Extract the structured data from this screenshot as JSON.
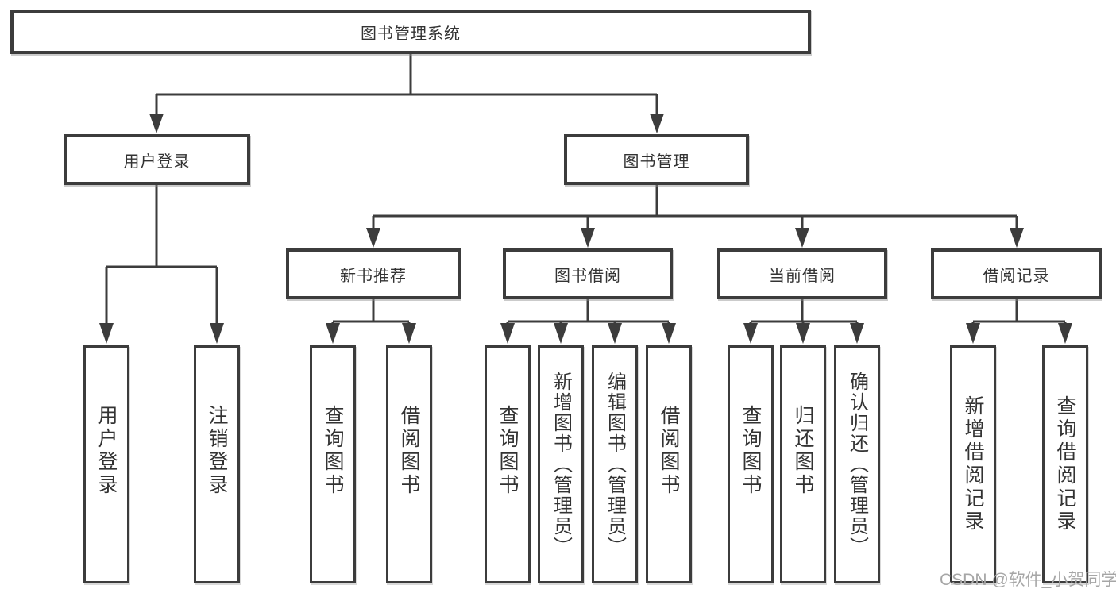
{
  "root": {
    "label": "图书管理系统"
  },
  "level2": [
    {
      "label": "用户登录"
    },
    {
      "label": "图书管理"
    }
  ],
  "level3": [
    {
      "label": "新书推荐"
    },
    {
      "label": "图书借阅"
    },
    {
      "label": "当前借阅"
    },
    {
      "label": "借阅记录"
    }
  ],
  "leaves": {
    "user_login": [
      "用户登录",
      "注销登录"
    ],
    "new_book": [
      "查询图书",
      "借阅图书"
    ],
    "book_borrow": [
      "查询图书",
      "新增图书（管理员）",
      "编辑图书（管理员）",
      "借阅图书"
    ],
    "current_borrow": [
      "查询图书",
      "归还图书",
      "确认归还（管理员）"
    ],
    "borrow_records": [
      "新增借阅记录",
      "查询借阅记录"
    ]
  },
  "watermark": "CSDN @软件_小贺同学",
  "colors": {
    "line": "#3c3c3c",
    "text": "#333333",
    "watermark": "#a6a6a6",
    "background": "#ffffff"
  }
}
